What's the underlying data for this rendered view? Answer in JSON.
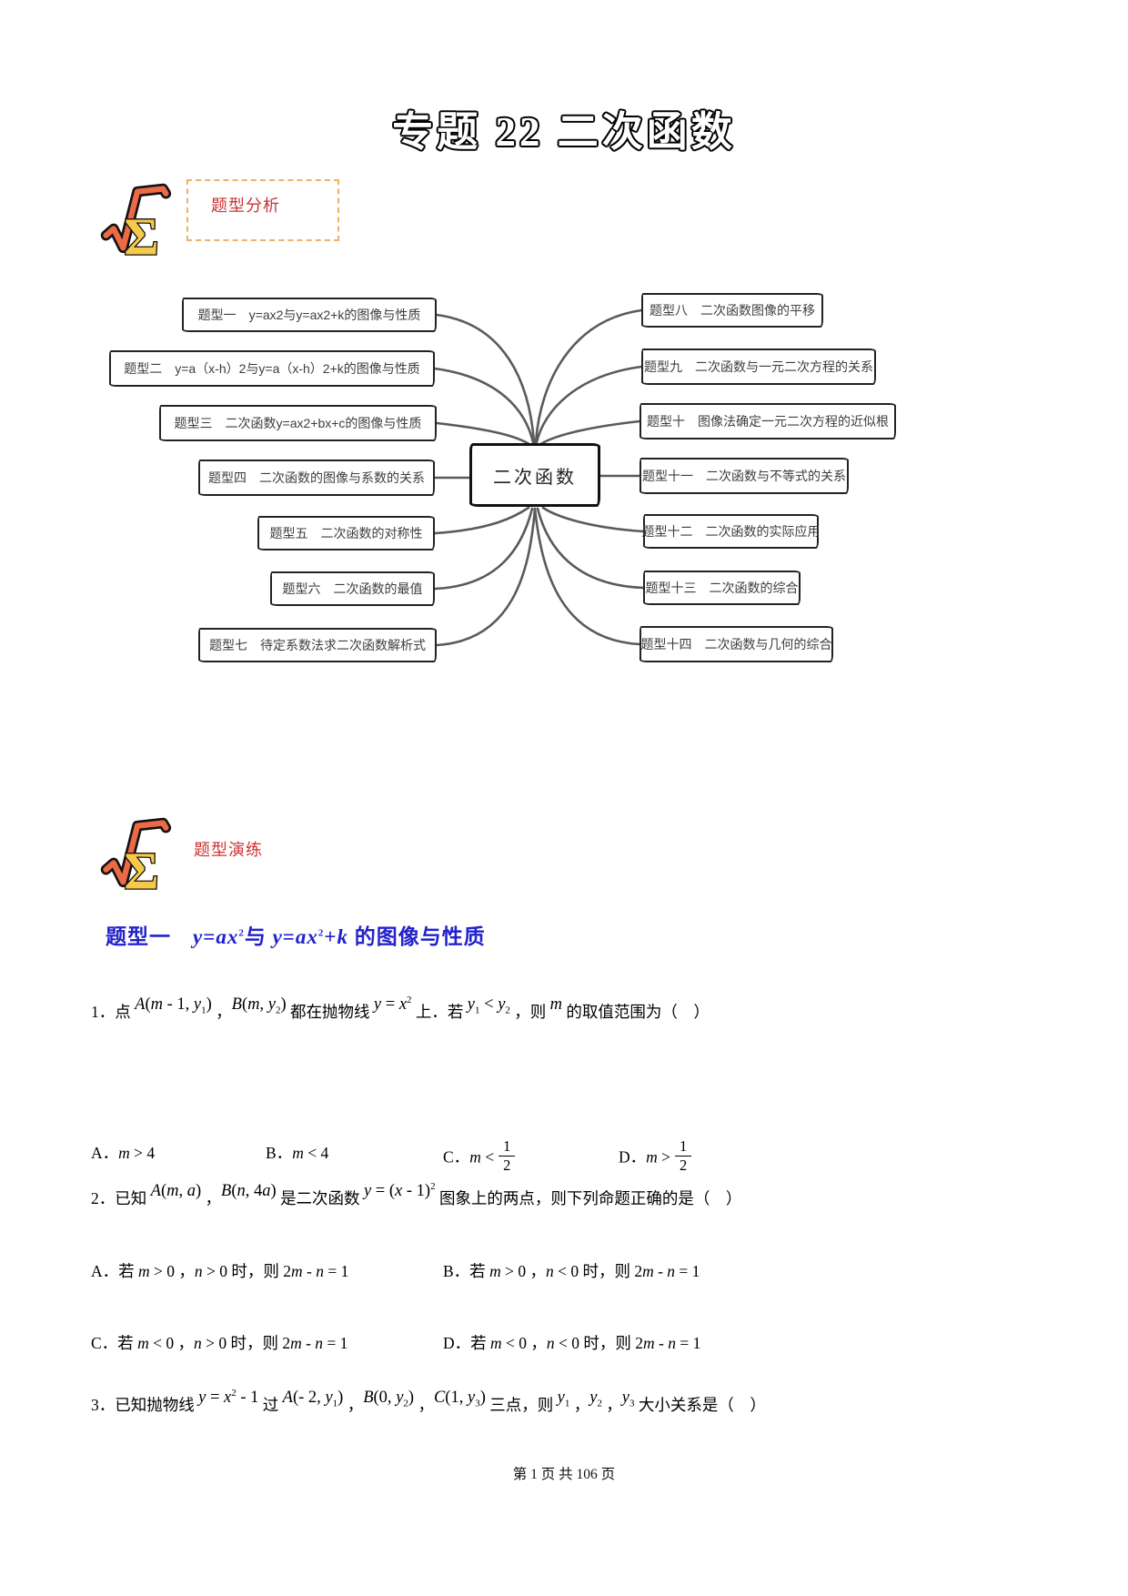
{
  "page": {
    "title": "专题 22 二次函数",
    "footer": "第 1 页 共 106 页"
  },
  "badges": {
    "analysis_label": "题型分析",
    "practice_label": "题型演练",
    "icon": "sqrt-sigma-icon"
  },
  "colors": {
    "logo_orange": "#ec6a45",
    "logo_yellow": "#f7c94b",
    "badge_red": "#cc3333",
    "badge_dash_orange": "#eeb06a",
    "heading_blue": "#2222cc",
    "edge_gray": "#5a5a5a"
  },
  "mindmap": {
    "center": "二次函数",
    "left": [
      "题型一　y=ax2与y=ax2+k的图像与性质",
      "题型二　y=a（x-h）2与y=a（x-h）2+k的图像与性质",
      "题型三　二次函数y=ax2+bx+c的图像与性质",
      "题型四　二次函数的图像与系数的关系",
      "题型五　二次函数的对称性",
      "题型六　二次函数的最值",
      "题型七　待定系数法求二次函数解析式"
    ],
    "right": [
      "题型八　二次函数图像的平移",
      "题型九　二次函数与一元二次方程的关系",
      "题型十　图像法确定一元二次方程的近似根",
      "题型十一　二次函数与不等式的关系",
      "题型十二　二次函数的实际应用",
      "题型十三　二次函数的综合",
      "题型十四　二次函数与几何的综合"
    ]
  },
  "section1": {
    "heading": "题型一　*y*=*ax*^2^与 *y*=*ax*^2^+*k* 的图像与性质"
  },
  "problems": {
    "p1": {
      "text": "1．点 `*A*(*m* - 1, *y*~1~)` ，`*B*(*m*, *y*~2~)` 都在抛物线 `*y* = *x*^2^` 上．若 `*y*~1~ < *y*~2~` ，则 `*m*` 的取值范围为（　）",
      "opts": {
        "A": "A．*m* > 4",
        "B": "B．*m* < 4",
        "C": "C．*m* <",
        "D": "D．*m* >"
      },
      "fracC": {
        "num": "1",
        "den": "2"
      },
      "fracD": {
        "num": "1",
        "den": "2"
      }
    },
    "p2": {
      "text": "2．已知 `*A*(*m*, *a*)` ，`*B*(*n*, 4*a*)` 是二次函数 `*y* = (*x* - 1)^2^` 图象上的两点，则下列命题正确的是（　）",
      "opts": {
        "A": "A．若 *m* > 0 ，*n* > 0 时，则 2*m* - *n* = 1",
        "B": "B．若 *m* > 0 ，*n* < 0 时，则 2*m* - *n* = 1",
        "C": "C．若 *m* < 0 ，*n* > 0 时，则 2*m* - *n* = 1",
        "D": "D．若 *m* < 0 ，*n* < 0 时，则 2*m* - *n* = 1"
      }
    },
    "p3": {
      "text": "3．已知抛物线 `*y* = *x*^2^ - 1` 过 `*A*(- 2, *y*~1~)` ，`*B*(0, *y*~2~)` ，`*C*(1, *y*~3~)` 三点，则 `*y*~1~` ，`*y*~2~` ，`*y*~3~` 大小关系是（　）"
    }
  }
}
